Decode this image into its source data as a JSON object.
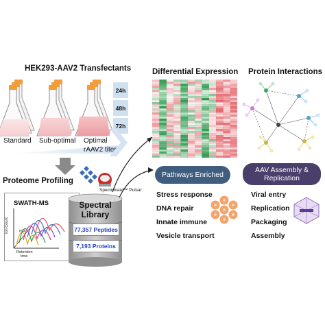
{
  "left": {
    "title": "HEK293-AAV2 Transfectants",
    "conditions": [
      "Standard",
      "Sub-optimal",
      "Optimal"
    ],
    "times": [
      "24h",
      "48h",
      "72h"
    ],
    "titer_label": "rAAV2 titer",
    "profiling_title": "Proteome Profiling",
    "software_label": "Spectronaut™ Pulsar",
    "swath_title": "SWATH-MS",
    "axis_y": "Ion Count",
    "axis_x1": "Retention",
    "axis_x2": "time",
    "axis_mz": "m/z",
    "library_line1": "Spectral",
    "library_line2": "Library",
    "peptides": "77,357 Peptides",
    "proteins": "7,193 Proteins"
  },
  "right": {
    "diff_title": "Differential Expression",
    "ppi_title": "Protein Interactions",
    "pathways_label": "Pathways Enriched",
    "pathways": [
      "Stress response",
      "DNA repair",
      "Innate immune",
      "Vesicle transport"
    ],
    "aav_label_1": "AAV Assembly &",
    "aav_label_2": "Replication",
    "aav_items": [
      "Viral entry",
      "Replication",
      "Packaging",
      "Assembly"
    ]
  },
  "colors": {
    "pill_blue": "#3f5d7e",
    "pill_purple": "#4a3e6b",
    "titer_bar": "#cfe0f1",
    "library_text": "#1f3fbf",
    "heat_red": "#e0525a",
    "heat_green": "#2e9a4f"
  }
}
